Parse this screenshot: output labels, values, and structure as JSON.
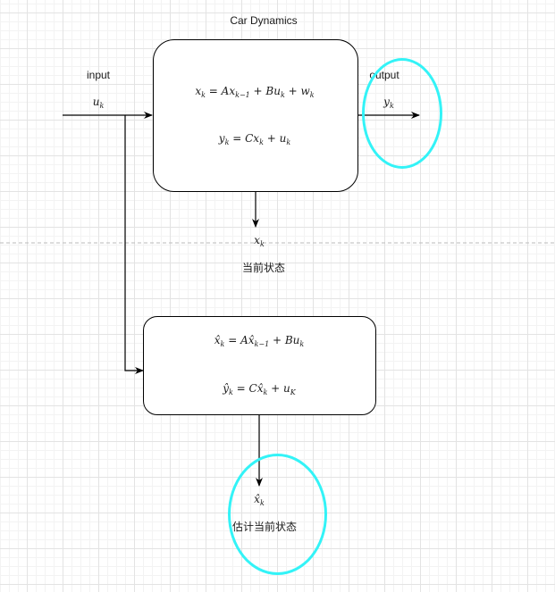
{
  "diagram": {
    "title": "Car Dynamics",
    "input": {
      "label": "input",
      "symbol": "u",
      "sub": "k"
    },
    "output": {
      "label": "output",
      "symbol": "y",
      "sub": "k"
    },
    "dynamics_box": {
      "eq1": {
        "lhs": "x",
        "lhs_sub": "k",
        "rhs_a": " = Ax",
        "rhs_a_sub": "k−1",
        "rhs_b": " + Bu",
        "rhs_b_sub": "k",
        "rhs_c": " + w",
        "rhs_c_sub": "k"
      },
      "eq2": {
        "lhs": "y",
        "lhs_sub": "k",
        "rhs_a": " = Cx",
        "rhs_a_sub": "k",
        "rhs_b": " + u",
        "rhs_b_sub": "k"
      }
    },
    "state": {
      "symbol": "x",
      "sub": "k",
      "label": "当前状态"
    },
    "estimator_box": {
      "eq1": {
        "lhs": "x̂",
        "lhs_sub": "k",
        "rhs_a": " = Ax̂",
        "rhs_a_sub": "k−1",
        "rhs_b": " + Bu",
        "rhs_b_sub": "k"
      },
      "eq2": {
        "lhs": "ŷ",
        "lhs_sub": "k",
        "rhs_a": " = Cx̂",
        "rhs_a_sub": "k",
        "rhs_b": " + u",
        "rhs_b_sub": "K"
      }
    },
    "estimate": {
      "symbol": "x̂",
      "sub": "k",
      "label": "估计当前状态"
    },
    "colors": {
      "highlight": "#33f3f7",
      "stroke": "#000000",
      "separator": "#bbbbbb"
    }
  }
}
